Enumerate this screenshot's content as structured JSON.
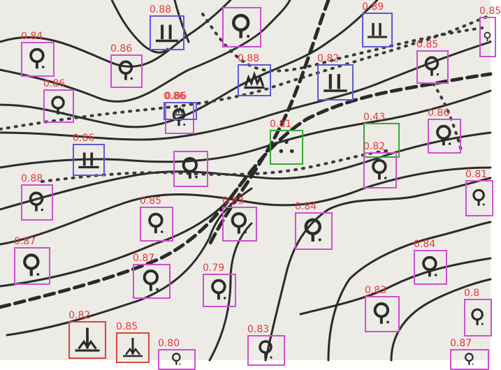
{
  "map": {
    "background": "#ecebe6",
    "contour_color": "#2b2b2b",
    "class_colors": {
      "magenta": "#d04fd0",
      "blue": "#5a5ad6",
      "green": "#3aa63a",
      "red": "#d9453a",
      "score_text": "#e33b3b"
    }
  },
  "detections": [
    {
      "id": "d1",
      "score": "0.84",
      "class": "magenta",
      "icon": "circle-stem-icon"
    },
    {
      "id": "d2",
      "score": "0.86",
      "class": "magenta",
      "icon": "circle-stem-icon"
    },
    {
      "id": "d3",
      "score": "0.88",
      "class": "blue",
      "icon": "grass-tuft-icon"
    },
    {
      "id": "d4",
      "score": "",
      "class": "magenta",
      "icon": "circle-stem-icon"
    },
    {
      "id": "d5",
      "score": "0.89",
      "class": "blue",
      "icon": "grass-tuft-icon"
    },
    {
      "id": "d6",
      "score": "0.82",
      "class": "blue",
      "icon": "grass-tuft-icon"
    },
    {
      "id": "d7",
      "score": "0.88",
      "class": "blue",
      "icon": "bush-icon"
    },
    {
      "id": "d8",
      "score": "0.86",
      "class": "magenta",
      "icon": "circle-stem-icon"
    },
    {
      "id": "d9",
      "score": "0.85",
      "class": "magenta",
      "icon": "circle-stem-icon"
    },
    {
      "id": "d10",
      "score": "0.85",
      "class": "magenta",
      "icon": "circle-stem-icon"
    },
    {
      "id": "d11",
      "score": "0.86",
      "class": "blue",
      "icon": "grass-tuft-icon"
    },
    {
      "id": "d12",
      "score": "",
      "class": "magenta",
      "icon": "circle-stem-icon"
    },
    {
      "id": "d13",
      "score": "0.81",
      "class": "green",
      "icon": "three-dots-icon"
    },
    {
      "id": "d14",
      "score": "0.43",
      "class": "green",
      "icon": "blank-icon"
    },
    {
      "id": "d15",
      "score": "0.82",
      "class": "magenta",
      "icon": "circle-stem-icon"
    },
    {
      "id": "d16",
      "score": "0.86",
      "class": "magenta",
      "icon": "circle-stem-icon"
    },
    {
      "id": "d17",
      "score": "0.86",
      "class": "blue",
      "icon": "bush-icon"
    },
    {
      "id": "d18",
      "score": "0.86",
      "class": "magenta",
      "icon": "circle-stem-icon"
    },
    {
      "id": "d19",
      "score": "0.81",
      "class": "magenta",
      "icon": "circle-stem-icon"
    },
    {
      "id": "d20",
      "score": "0.88",
      "class": "magenta",
      "icon": "circle-stem-icon"
    },
    {
      "id": "d21",
      "score": "0.85",
      "class": "magenta",
      "icon": "circle-stem-icon"
    },
    {
      "id": "d22",
      "score": "0.83",
      "class": "magenta",
      "icon": "circle-stem-icon"
    },
    {
      "id": "d23",
      "score": "0.84",
      "class": "magenta",
      "icon": "circle-stem-icon"
    },
    {
      "id": "d24",
      "score": "0.87",
      "class": "magenta",
      "icon": "circle-stem-icon"
    },
    {
      "id": "d25",
      "score": "0.87",
      "class": "magenta",
      "icon": "circle-stem-icon"
    },
    {
      "id": "d26",
      "score": "0.79",
      "class": "magenta",
      "icon": "circle-stem-icon"
    },
    {
      "id": "d27",
      "score": "0.84",
      "class": "magenta",
      "icon": "circle-stem-icon"
    },
    {
      "id": "d28",
      "score": "0.83",
      "class": "magenta",
      "icon": "circle-stem-icon"
    },
    {
      "id": "d29",
      "score": "0.8",
      "class": "magenta",
      "icon": "circle-stem-icon"
    },
    {
      "id": "d30",
      "score": "0.82",
      "class": "red",
      "icon": "tree-icon"
    },
    {
      "id": "d31",
      "score": "0.85",
      "class": "red",
      "icon": "tree-icon"
    },
    {
      "id": "d32",
      "score": "0.80",
      "class": "magenta",
      "icon": "circle-stem-icon"
    },
    {
      "id": "d33",
      "score": "0.83",
      "class": "magenta",
      "icon": "circle-stem-icon"
    },
    {
      "id": "d34",
      "score": "0.87",
      "class": "magenta",
      "icon": "circle-stem-icon"
    }
  ]
}
